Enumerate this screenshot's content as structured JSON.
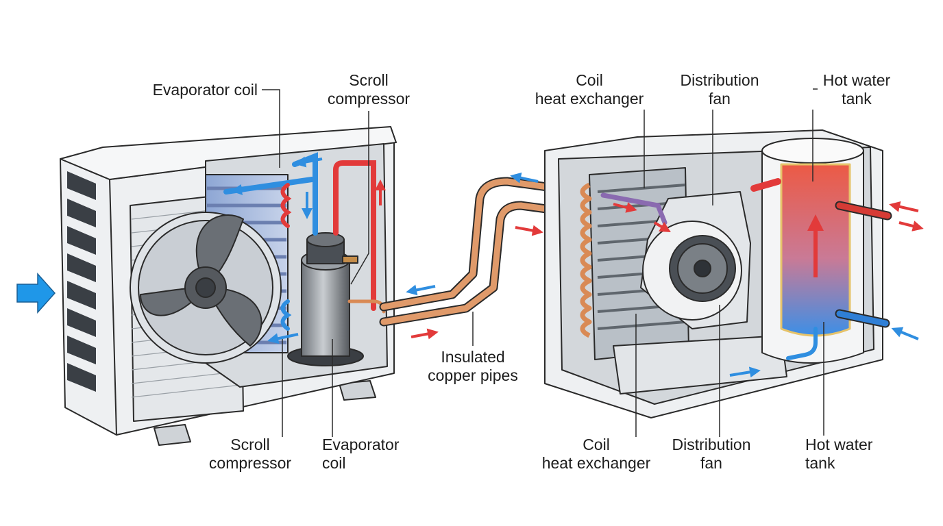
{
  "labels": {
    "evaporator_top": [
      "Evaporator coil"
    ],
    "scroll_top": [
      "Scroll",
      "compressor"
    ],
    "coil_hx_top": [
      "Coil",
      "heat exchanger"
    ],
    "dist_fan_top": [
      "Distribution",
      "fan"
    ],
    "hot_water_top": [
      "Hot water",
      "tank"
    ],
    "scroll_bottom": [
      "Scroll",
      "compressor"
    ],
    "evaporator_bottom": [
      "Evaporator",
      "coil"
    ],
    "insulated_pipes": [
      "Insulated",
      "copper pipes"
    ],
    "coil_hx_bottom": [
      "Coil",
      "heat exchanger"
    ],
    "dist_fan_bottom": [
      "Distribution",
      "fan"
    ],
    "hot_water_bottom": [
      "Hot water",
      "tank"
    ]
  },
  "colors": {
    "hot": "#e23a3a",
    "cold": "#2f8ee0",
    "copper": "#d98a55",
    "casing": "#eef0f2",
    "outline": "#2a2a2a"
  }
}
